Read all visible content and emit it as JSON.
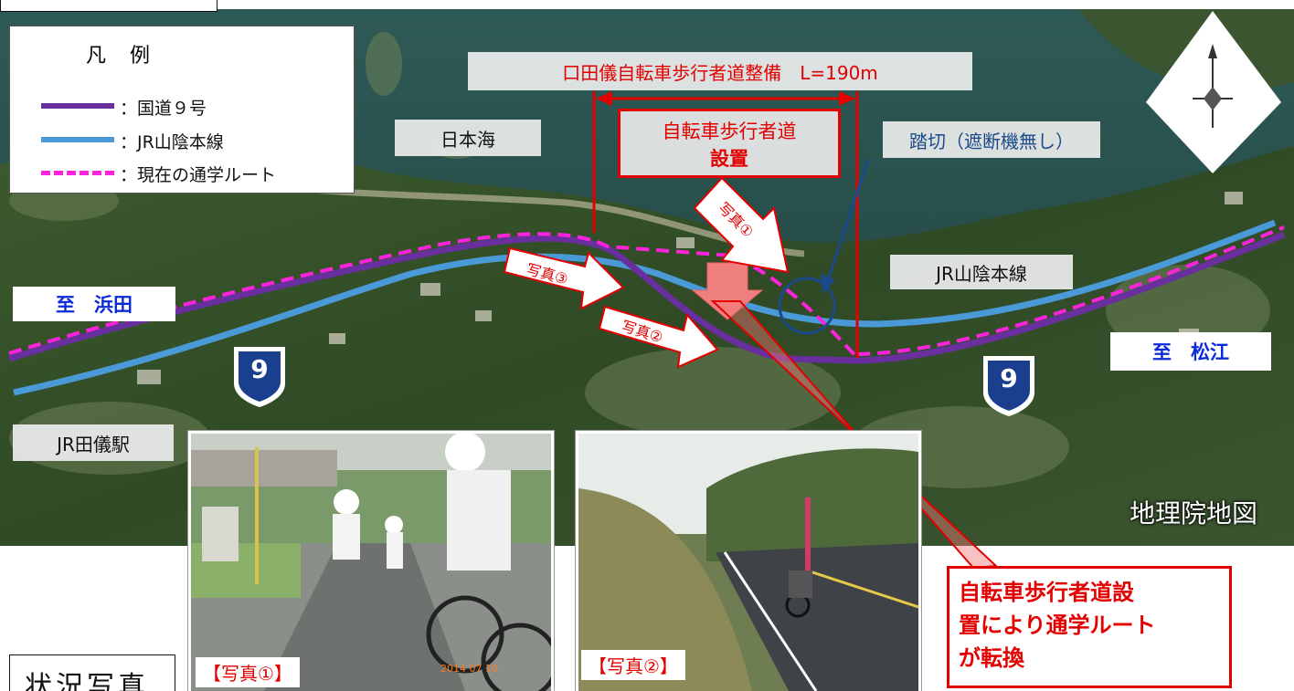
{
  "map": {
    "project_label": "口田儀自転車歩行者道整備　L=190m",
    "section_label_line1": "自転車歩行者道",
    "section_label_line2": "設置",
    "sea_label": "日本海",
    "crossing_label": "踏切（遮断機無し）",
    "railway_label": "JR山陰本線",
    "to_west_label": "至　浜田",
    "to_east_label": "至　松江",
    "station_label": "JR田儀駅",
    "route_shield_west": "9",
    "route_shield_east": "9",
    "watermark": "地理院地図",
    "photo_arrows": [
      "写真①",
      "写真②",
      "写真③"
    ],
    "callout_text": [
      "自転車歩行者道設",
      "置により通学ルート",
      "が転換"
    ],
    "colors": {
      "national_route_9": "#6a2f9e",
      "jr_sanin_line": "#4a9ad8",
      "current_school_route": "#ff22dd",
      "annotation_red": "#e30000"
    }
  },
  "legend": {
    "title": "凡　例",
    "items": [
      {
        "label": "：国道９号"
      },
      {
        "label": "：JR山陰本線"
      },
      {
        "label": "：現在の通学ルート"
      }
    ]
  },
  "photos": [
    {
      "caption": "【写真①】",
      "date_stamp": "2014 07 10"
    },
    {
      "caption": "【写真②】"
    }
  ],
  "footer_fragment": "状況写真"
}
